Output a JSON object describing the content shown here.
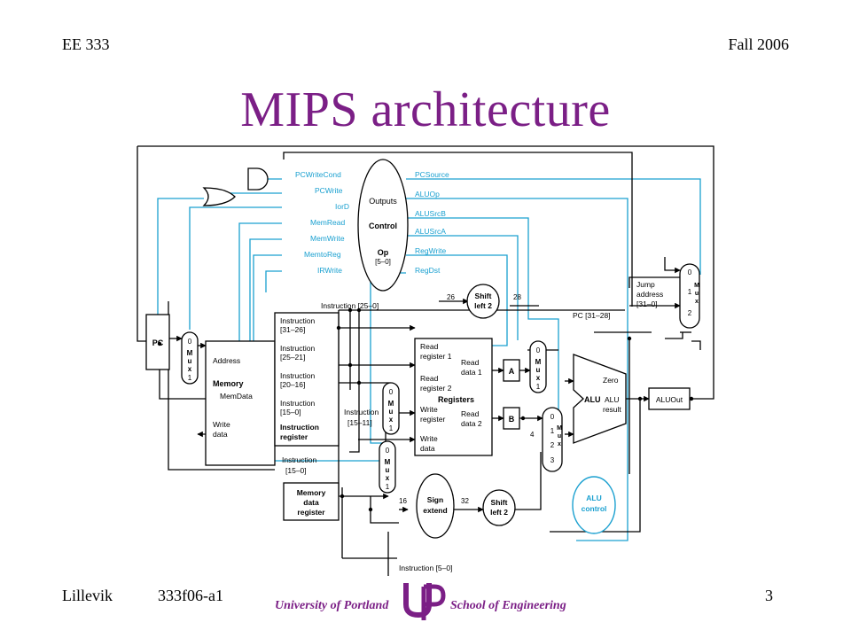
{
  "header": {
    "course": "EE 333",
    "term": "Fall 2006"
  },
  "title": "MIPS architecture",
  "footer": {
    "author": "Lillevik",
    "code": "333f06-a1",
    "page": "3",
    "university": "University of Portland",
    "school": "School of Engineering"
  },
  "colors": {
    "title": "#7b1f86",
    "control": "#1aa0d0",
    "datapath": "#000000"
  },
  "diagram": {
    "control_signals_left": [
      "PCWriteCond",
      "PCWrite",
      "IorD",
      "MemRead",
      "MemWrite",
      "MemtoReg",
      "IRWrite"
    ],
    "control_signals_right": [
      "PCSource",
      "ALUOp",
      "ALUSrcB",
      "ALUSrcA",
      "RegWrite",
      "RegDst"
    ],
    "control_unit": {
      "outputs": "Outputs",
      "name": "Control",
      "op": "Op",
      "op_bits": "[5–0]"
    },
    "pc": "PC",
    "memory": {
      "address": "Address",
      "name": "Memory",
      "memdata": "MemData",
      "write": "Write",
      "data": "data"
    },
    "instruction_register": {
      "fields": [
        "Instruction\n[31–26]",
        "Instruction\n[25–21]",
        "Instruction\n[20–16]",
        "Instruction\n[15–0]"
      ],
      "name1": "Instruction",
      "name2": "register"
    },
    "instr_25_0": "Instruction [25–0]",
    "instr_15_11_1": "Instruction",
    "instr_15_11_2": "[15–11]",
    "instr_15_0_1": "Instruction",
    "instr_15_0_2": "[15–0]",
    "instr_5_0": "Instruction [5–0]",
    "mdr": [
      "Memory",
      "data",
      "register"
    ],
    "registers": {
      "read_reg1": [
        "Read",
        "register 1"
      ],
      "read_reg2": [
        "Read",
        "register 2"
      ],
      "name": "Registers",
      "write_reg": [
        "Write",
        "register"
      ],
      "write_data": [
        "Write",
        "data"
      ],
      "read_data1": [
        "Read",
        "data 1"
      ],
      "read_data2": [
        "Read",
        "data 2"
      ]
    },
    "reg_a": "A",
    "reg_b": "B",
    "alu": {
      "name": "ALU",
      "zero": "Zero",
      "result1": "ALU",
      "result2": "result"
    },
    "aluout": "ALUOut",
    "alu_control": [
      "ALU",
      "control"
    ],
    "shift_top": [
      "Shift",
      "left 2"
    ],
    "shift_bottom": [
      "Shift",
      "left 2"
    ],
    "sign_extend": [
      "Sign",
      "extend"
    ],
    "jump_address": [
      "Jump",
      "address",
      "[31–0]"
    ],
    "pc_31_28": "PC [31–28]",
    "mux_word": [
      "M",
      "u",
      "x"
    ],
    "widths": {
      "w26": "26",
      "w28": "28",
      "w16": "16",
      "w32": "32",
      "w4": "4"
    },
    "mux_inputs": {
      "zero": "0",
      "one": "1",
      "two": "2",
      "three": "3"
    }
  }
}
